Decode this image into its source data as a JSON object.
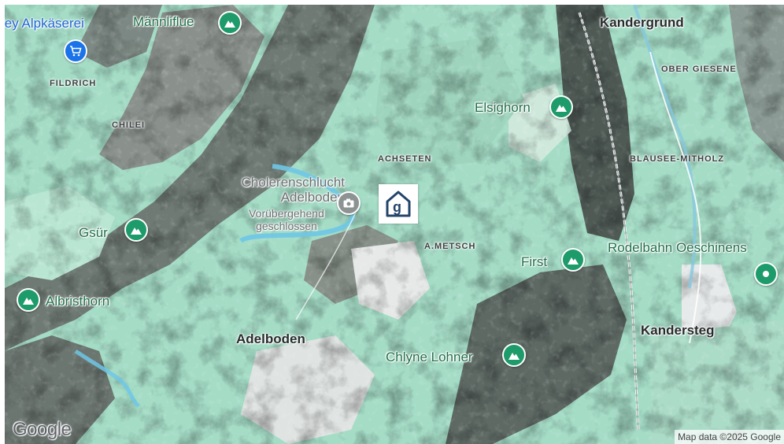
{
  "map": {
    "colors": {
      "poi_green": "#1e9b6a",
      "shop_blue": "#1a73e8",
      "photo_grey": "#8d9293",
      "badge_navy": "#24446b"
    },
    "towns": [
      {
        "name": "Kandergrund"
      },
      {
        "name": "Adelboden"
      },
      {
        "name": "Kandersteg"
      }
    ],
    "localities": [
      {
        "name": "FILDRICH"
      },
      {
        "name": "CHILEI"
      },
      {
        "name": "OBER GIESENE"
      },
      {
        "name": "BLAUSEE-MITHOLZ"
      },
      {
        "name": "ACHSETEN"
      },
      {
        "name": "A.METSCH"
      }
    ],
    "peaks": [
      {
        "name": "Männliflue",
        "icon": "mountain-icon"
      },
      {
        "name": "Elsighorn",
        "icon": "mountain-icon"
      },
      {
        "name": "Gsür",
        "icon": "mountain-icon"
      },
      {
        "name": "Albristhorn",
        "icon": "mountain-icon"
      },
      {
        "name": "First",
        "icon": "mountain-icon"
      },
      {
        "name": "Chlyne Lohner",
        "icon": "mountain-icon"
      }
    ],
    "shop": {
      "name": "ley Alpkäserei",
      "icon": "shopping-cart-icon"
    },
    "photo_spot": {
      "name_line1": "Cholerenschlucht",
      "name_line2": "Adelboden",
      "status_line1": "Vorübergehend",
      "status_line2": "geschlossen",
      "icon": "camera-icon"
    },
    "attraction": {
      "name": "Rodelbahn Oeschinens",
      "icon": "map-pin-icon"
    },
    "property_badge": {
      "letter": "g",
      "icon": "house-icon"
    },
    "google_logo": "Google",
    "attribution": "Map data ©2025 Google"
  }
}
